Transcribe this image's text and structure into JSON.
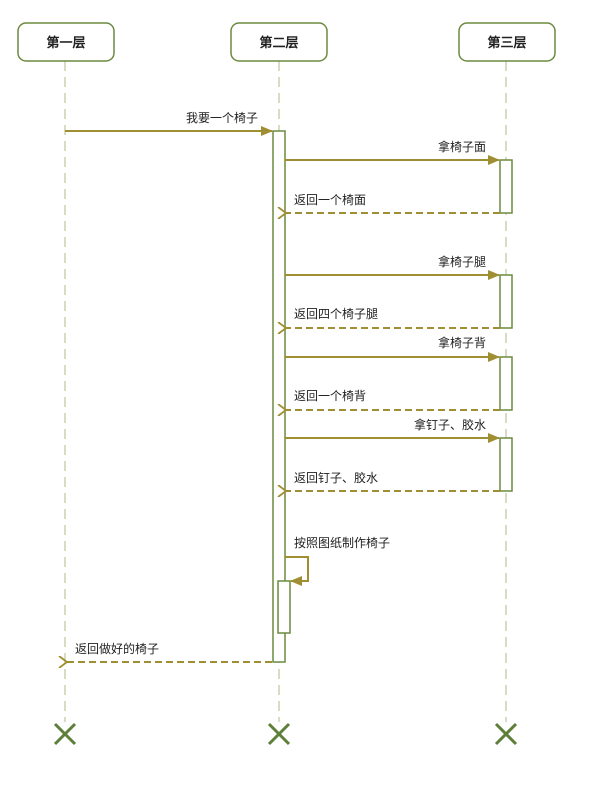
{
  "colors": {
    "participant_border": "#6b8a3f",
    "lifeline": "#d7dcc4",
    "activation_border": "#6b8a3f",
    "message": "#a08e32",
    "terminator": "#5d7f3a",
    "text": "#222222"
  },
  "participants": [
    {
      "id": "p1",
      "label": "第一层"
    },
    {
      "id": "p2",
      "label": "第二层"
    },
    {
      "id": "p3",
      "label": "第三层"
    }
  ],
  "messages": [
    {
      "from": "p1",
      "to": "p2",
      "label": "我要一个椅子",
      "type": "call"
    },
    {
      "from": "p2",
      "to": "p3",
      "label": "拿椅子面",
      "type": "call"
    },
    {
      "from": "p3",
      "to": "p2",
      "label": "返回一个椅面",
      "type": "return"
    },
    {
      "from": "p2",
      "to": "p3",
      "label": "拿椅子腿",
      "type": "call"
    },
    {
      "from": "p3",
      "to": "p2",
      "label": "返回四个椅子腿",
      "type": "return"
    },
    {
      "from": "p2",
      "to": "p3",
      "label": "拿椅子背",
      "type": "call"
    },
    {
      "from": "p3",
      "to": "p2",
      "label": "返回一个椅背",
      "type": "return"
    },
    {
      "from": "p2",
      "to": "p3",
      "label": "拿钉子、胶水",
      "type": "call"
    },
    {
      "from": "p3",
      "to": "p2",
      "label": "返回钉子、胶水",
      "type": "return"
    },
    {
      "from": "p2",
      "to": "p2",
      "label": "按照图纸制作椅子",
      "type": "self"
    },
    {
      "from": "p2",
      "to": "p1",
      "label": "返回做好的椅子",
      "type": "return"
    }
  ]
}
